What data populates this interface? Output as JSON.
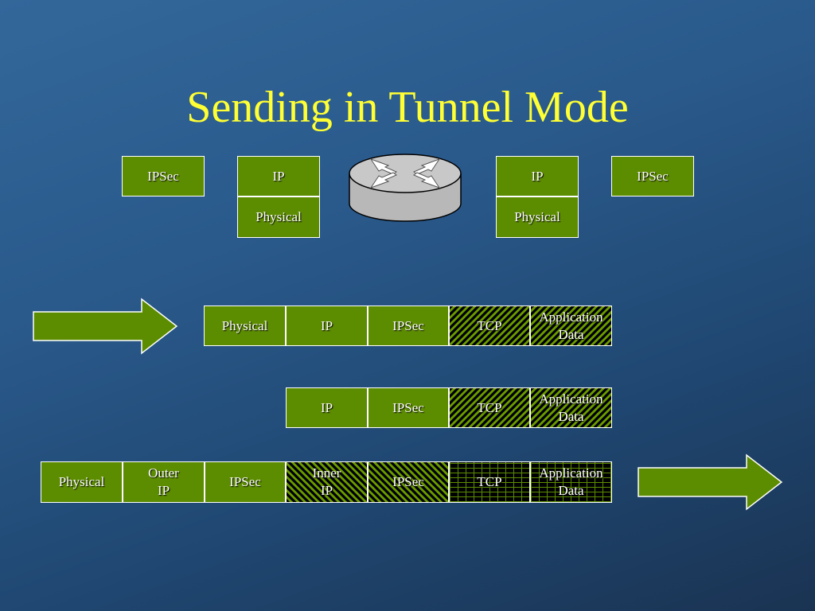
{
  "title": "Sending in Tunnel Mode",
  "left_stack": {
    "ipsec": "IPSec",
    "ip": "IP",
    "physical": "Physical"
  },
  "right_stack": {
    "ipsec": "IPSec",
    "ip": "IP",
    "physical": "Physical"
  },
  "row1": [
    "Physical",
    "IP",
    "IPSec",
    "TCP",
    "Application\nData"
  ],
  "row2": [
    "IP",
    "IPSec",
    "TCP",
    "Application\nData"
  ],
  "row3": [
    "Physical",
    "Outer\nIP",
    "IPSec",
    "Inner\nIP",
    "IPSec",
    "TCP",
    "Application\nData"
  ],
  "colors": {
    "title": "#ffff33",
    "box_fill": "#5c8c00",
    "router": "#c0c0c0"
  },
  "icons": {
    "router": "router-icon",
    "arrow_in": "right-arrow-icon",
    "arrow_out": "right-arrow-icon"
  }
}
